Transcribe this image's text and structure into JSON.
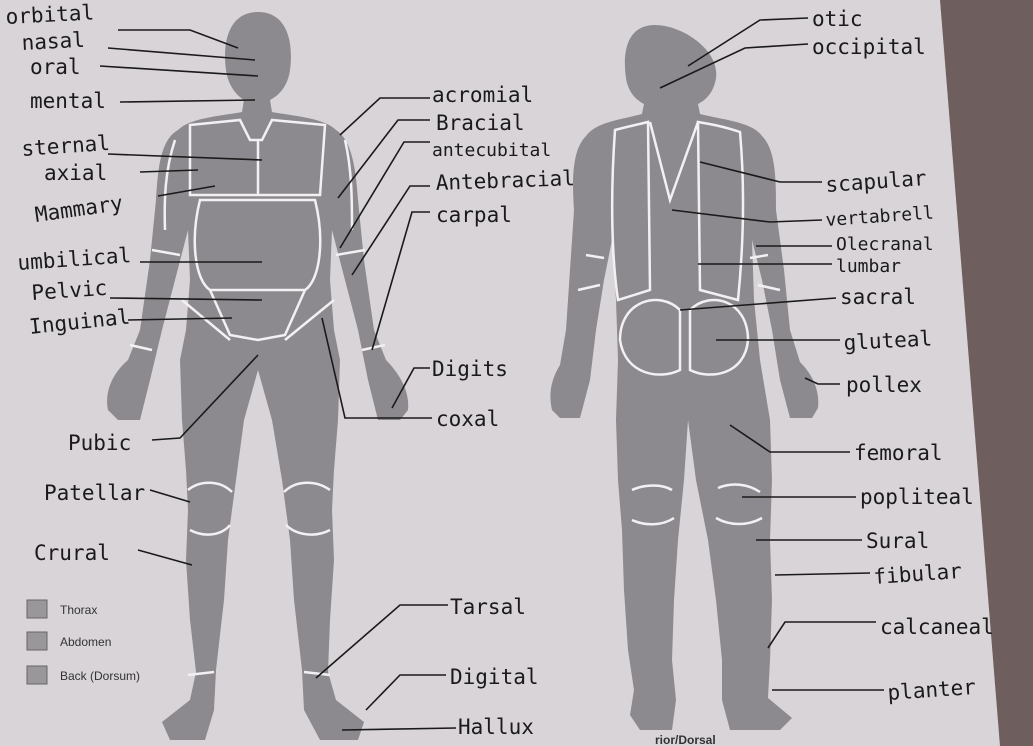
{
  "labels": {
    "orbital": "orbital",
    "nasal": "nasal",
    "oral": "oral",
    "mental": "mental",
    "sternal": "sternal",
    "axial": "axial",
    "mammary": "Mammary",
    "umbilical": "umbilical",
    "pelvic": "Pelvic",
    "inguinal": "Inguinal",
    "pubic": "Pubic",
    "patellar": "Patellar",
    "crural": "Crural",
    "acromial": "acromial",
    "brachial": "Bracial",
    "antecubital": "antecubital",
    "antebrachial": "Antebracial",
    "carpal": "carpal",
    "digits": "Digits",
    "coxal": "coxal",
    "tarsal": "Tarsal",
    "digital": "Digital",
    "hallux": "Hallux",
    "otic": "otic",
    "occipital": "occipital",
    "scapular": "scapular",
    "vertebral": "vertabrell",
    "olecranal": "Olecranal",
    "lumbar": "lumbar",
    "sacral": "sacral",
    "gluteal": "gluteal",
    "pollex": "pollex",
    "femoral": "femoral",
    "popliteal": "popliteal",
    "sural": "Sural",
    "fibular": "fibular",
    "calcaneal": "calcaneal",
    "plantar": "planter"
  },
  "legend": [
    {
      "label": "Thorax",
      "color": "#9a979b"
    },
    {
      "label": "Abdomen",
      "color": "#9a979b"
    },
    {
      "label": "Back (Dorsum)",
      "color": "#9a979b"
    }
  ],
  "footer_fragment": "rior/Dorsal",
  "colors": {
    "background": "#d8d4d8",
    "body": "#8c8a8e",
    "ink": "#1a1a1a"
  }
}
